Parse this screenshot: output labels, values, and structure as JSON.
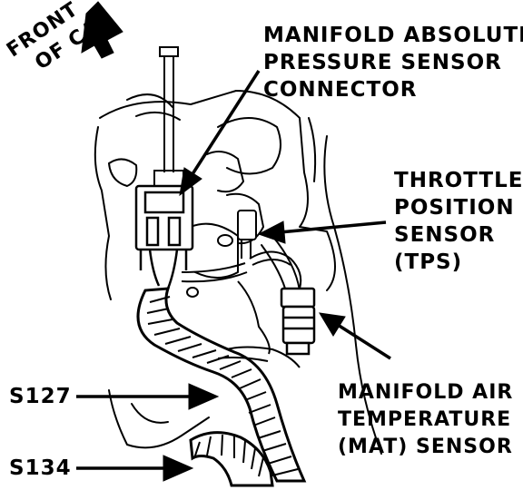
{
  "orientation": {
    "front_of_car": [
      "FRONT",
      "OF CAR"
    ]
  },
  "labels": {
    "map_sensor": [
      "MANIFOLD ABSOLUTE",
      "PRESSURE SENSOR",
      "CONNECTOR"
    ],
    "tps": [
      "THROTTLE",
      "POSITION",
      "SENSOR",
      "(TPS)"
    ],
    "mat_sensor": [
      "MANIFOLD AIR",
      "TEMPERATURE",
      "(MAT) SENSOR"
    ],
    "s127": "S127",
    "s134": "S134"
  },
  "colors": {
    "ink": "#000000",
    "paper": "#ffffff"
  }
}
